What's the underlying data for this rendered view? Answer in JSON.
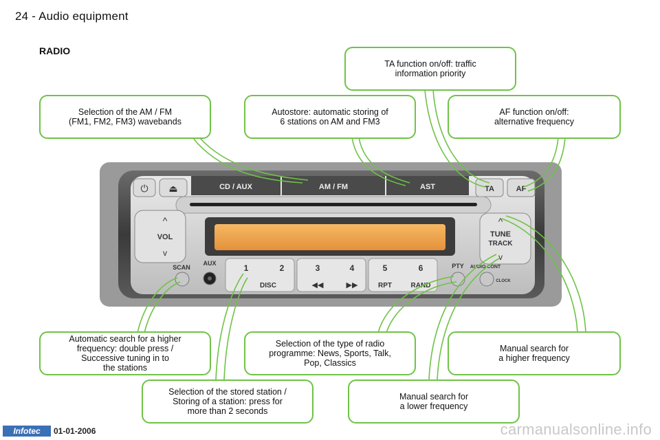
{
  "header": {
    "title": "24 - Audio equipment"
  },
  "section": {
    "title": "RADIO"
  },
  "callouts": {
    "ta": "TA function on/off: traffic\ninformation priority",
    "amfm": "Selection of the AM / FM\n(FM1, FM2, FM3) wavebands",
    "autostore": "Autostore: automatic storing of\n6 stations on AM and FM3",
    "af": "AF function on/off:\nalternative frequency",
    "scan": "Automatic search for a higher\nfrequency: double press /\nSuccessive tuning in to\nthe stations",
    "pty": "Selection of the type of radio\nprogramme: News, Sports, Talk,\nPop, Classics",
    "tune_up": "Manual search for\na higher frequency",
    "presets": "Selection of the stored station /\nStoring of a station: press for\nmore than 2 seconds",
    "tune_down": "Manual search for\na lower frequency"
  },
  "radio": {
    "cd_aux": "CD / AUX",
    "am_fm": "AM / FM",
    "ast": "AST",
    "ta": "TA",
    "af": "AF",
    "vol": "VOL",
    "tune": "TUNE",
    "track": "TRACK",
    "scan": "SCAN",
    "aux": "AUX",
    "disc": "DISC",
    "rpt": "RPT",
    "rand": "RAND",
    "pty": "PTY",
    "audio_cont": "AUDIO CONT",
    "clock": "CLOCK",
    "presets": [
      "1",
      "2",
      "3",
      "4",
      "5",
      "6"
    ]
  },
  "footer": {
    "badge": "Infotec",
    "date": "01-01-2006",
    "watermark": "carmanualsonline.info"
  },
  "colors": {
    "callout_border": "#6fc247",
    "display": "#f0a245",
    "badge": "#3b6fb6"
  }
}
